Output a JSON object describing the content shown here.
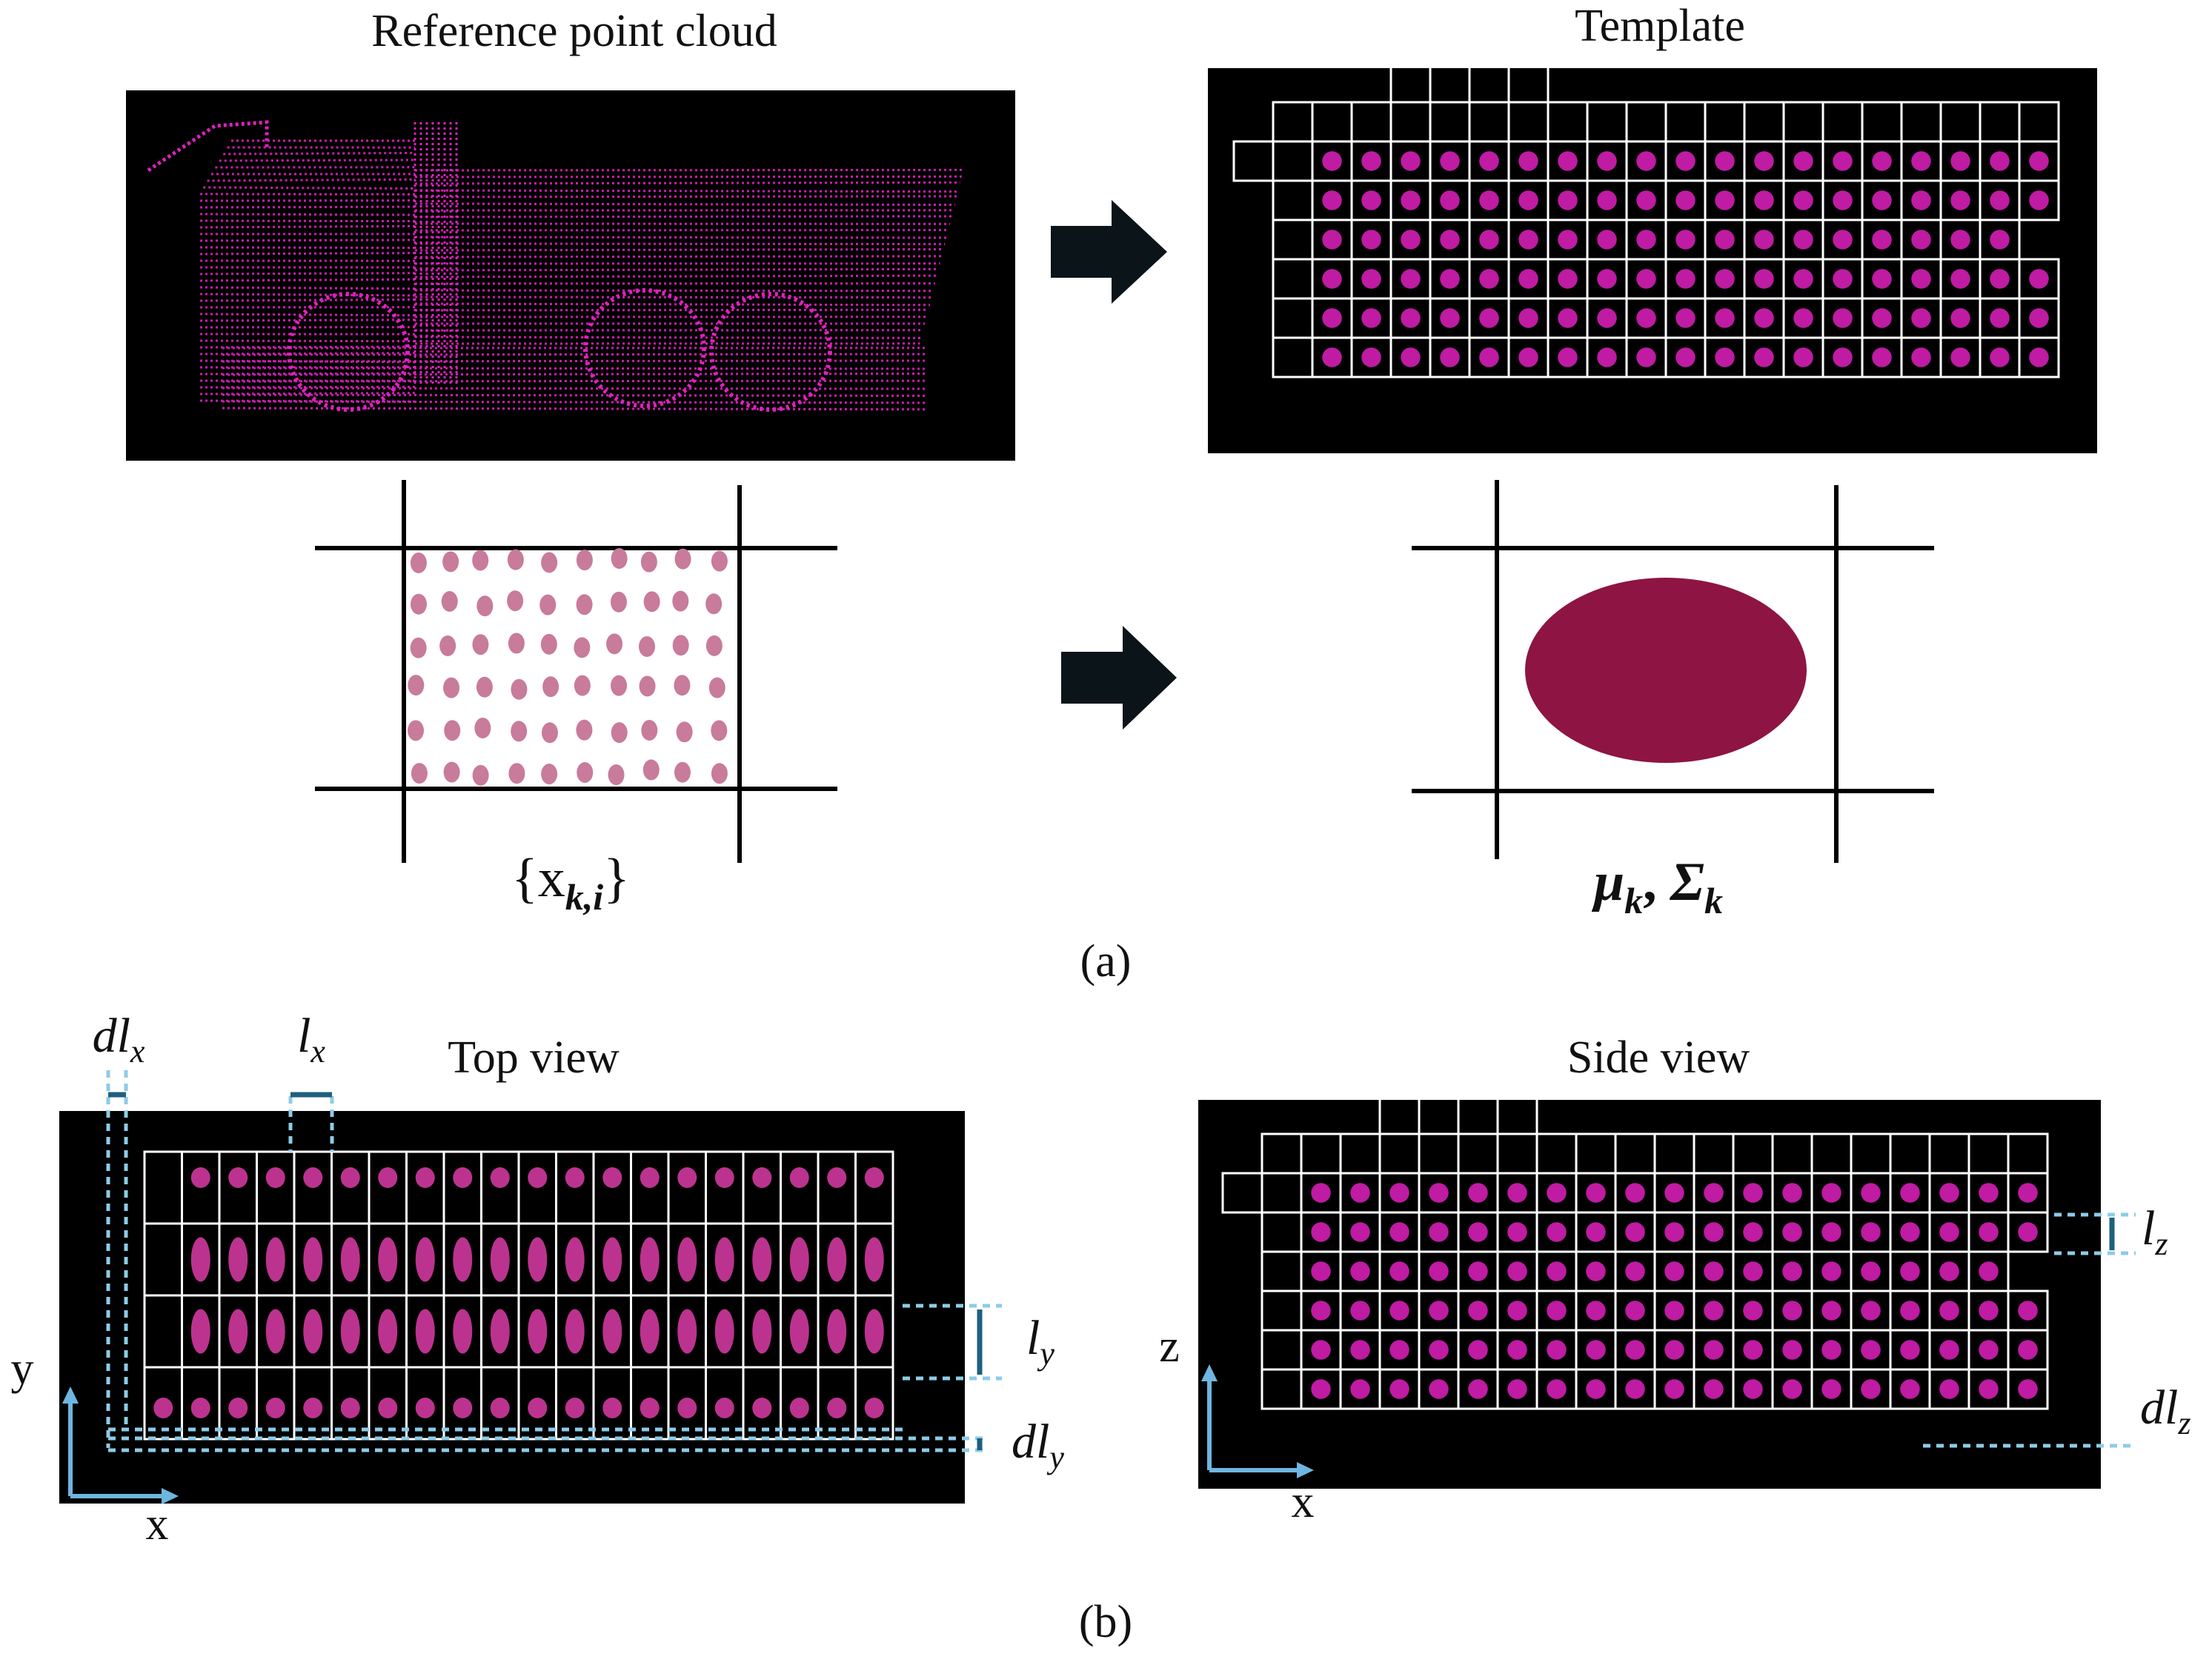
{
  "panel_a": {
    "reference_title": "Reference point cloud",
    "template_title": "Template",
    "cell_points_label": "{x",
    "cell_points_sub": "k,i",
    "cell_points_close": "}",
    "gaussian_mu": "μ",
    "gaussian_mu_sub": "k",
    "gaussian_comma": ", ",
    "gaussian_sigma": "Σ",
    "gaussian_sigma_sub": "k",
    "caption": "(a)"
  },
  "panel_b": {
    "top_view_title": "Top view",
    "side_view_title": "Side view",
    "labels": {
      "dlx": "dl",
      "dlx_sub": "x",
      "lx": "l",
      "lx_sub": "x",
      "ly": "l",
      "ly_sub": "y",
      "dly": "dl",
      "dly_sub": "y",
      "lz": "l",
      "lz_sub": "z",
      "dlz": "dl",
      "dlz_sub": "z"
    },
    "axes_top": {
      "vertical": "y",
      "horizontal": "x"
    },
    "axes_side": {
      "vertical": "z",
      "horizontal": "x"
    },
    "caption": "(b)"
  },
  "colors": {
    "background": "#000000",
    "points": "#e020c0",
    "point_blob": "#d0389e",
    "cell_dot": "#c87b9b",
    "gaussian": "#8e1443",
    "grid": "#ffffff",
    "arrow": "#0b1418",
    "dim_line": "#8ecbe6",
    "dim_bar": "#1e5f80",
    "axis_arrow": "#6fb5e0"
  }
}
